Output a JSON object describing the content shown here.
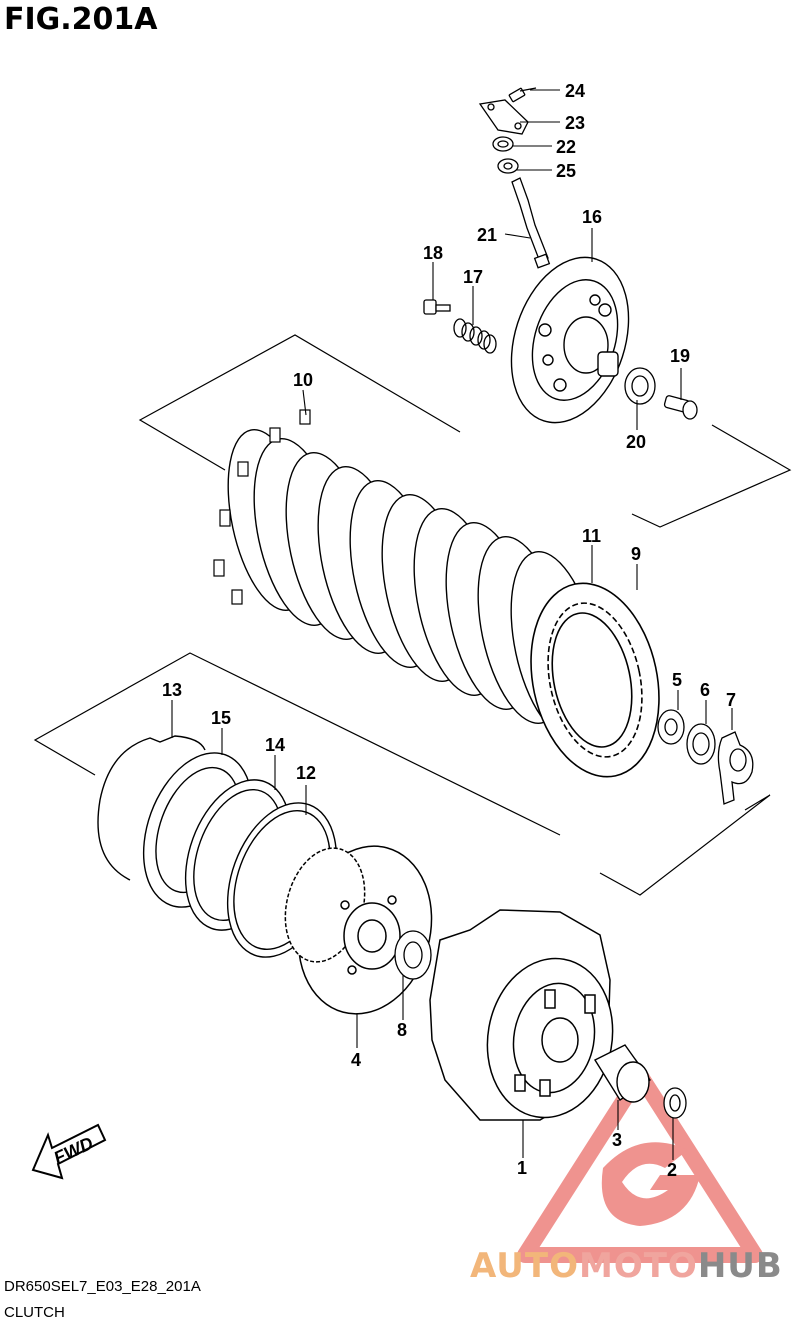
{
  "figure": {
    "title": "FIG.201A",
    "model_code": "DR650SEL7_E03_E28_201A",
    "section_name": "CLUTCH",
    "fwd_label": "FWD"
  },
  "watermark": {
    "part1": "AUTO",
    "part2": "MOTO",
    "part3": "HUB",
    "colors": {
      "triangle": "#e33b35",
      "auto": "#f2b67a",
      "moto": "#f0a59e",
      "hub": "#8a8a8a"
    }
  },
  "callouts": [
    {
      "id": "24",
      "label": "24"
    },
    {
      "id": "23",
      "label": "23"
    },
    {
      "id": "22",
      "label": "22"
    },
    {
      "id": "25",
      "label": "25"
    },
    {
      "id": "21",
      "label": "21"
    },
    {
      "id": "16",
      "label": "16"
    },
    {
      "id": "18",
      "label": "18"
    },
    {
      "id": "17",
      "label": "17"
    },
    {
      "id": "19",
      "label": "19"
    },
    {
      "id": "20",
      "label": "20"
    },
    {
      "id": "10",
      "label": "10"
    },
    {
      "id": "11",
      "label": "11"
    },
    {
      "id": "9",
      "label": "9"
    },
    {
      "id": "5",
      "label": "5"
    },
    {
      "id": "6",
      "label": "6"
    },
    {
      "id": "7",
      "label": "7"
    },
    {
      "id": "13",
      "label": "13"
    },
    {
      "id": "15",
      "label": "15"
    },
    {
      "id": "14",
      "label": "14"
    },
    {
      "id": "12",
      "label": "12"
    },
    {
      "id": "8",
      "label": "8"
    },
    {
      "id": "4",
      "label": "4"
    },
    {
      "id": "1",
      "label": "1"
    },
    {
      "id": "3",
      "label": "3"
    },
    {
      "id": "2",
      "label": "2"
    }
  ]
}
